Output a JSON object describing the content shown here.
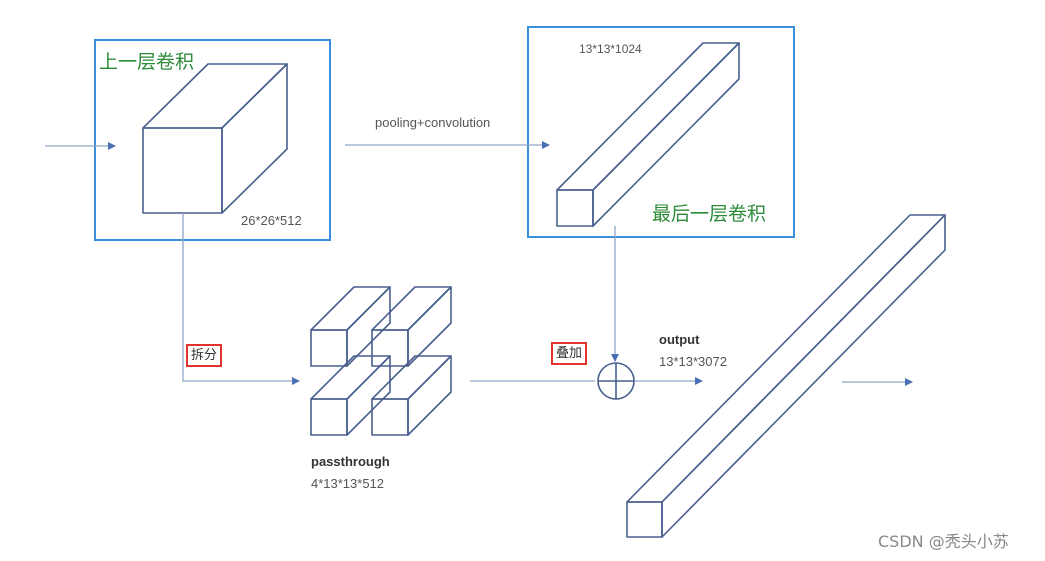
{
  "labels": {
    "prev_conv": "上一层卷积",
    "prev_dims": "26*26*512",
    "pool_conv": "pooling+convolution",
    "last_conv": "最后一层卷积",
    "last_dims": "13*13*1024",
    "split": "拆分",
    "stack": "叠加",
    "passthrough": "passthrough",
    "passthrough_dims": "4*13*13*512",
    "output": "output",
    "output_dims": "13*13*3072"
  },
  "watermark": "CSDN @秃头小苏",
  "colors": {
    "frame": "#3a8fd8",
    "line": "#4a5f8f",
    "green_text": "#2e8b3a",
    "red_box": "#e0342c"
  }
}
